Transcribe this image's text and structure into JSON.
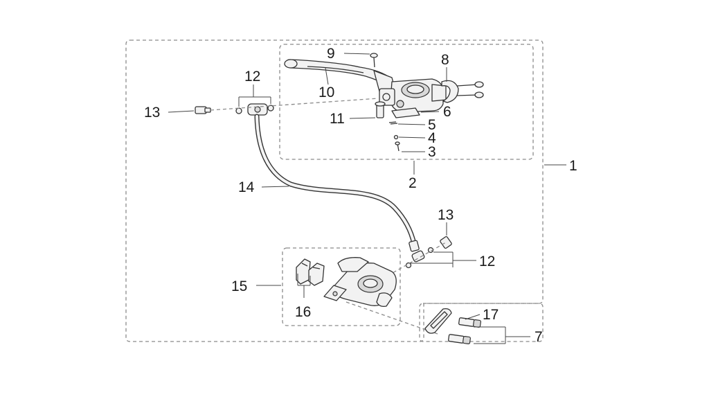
{
  "callouts": {
    "c1": "1",
    "c2": "2",
    "c3": "3",
    "c4": "4",
    "c5": "5",
    "c6": "6",
    "c7": "7",
    "c8": "8",
    "c9": "9",
    "c10": "10",
    "c11": "11",
    "c12_top": "12",
    "c12_bottom": "12",
    "c13_left": "13",
    "c13_right": "13",
    "c14": "14",
    "c15": "15",
    "c16": "16",
    "c17": "17"
  }
}
